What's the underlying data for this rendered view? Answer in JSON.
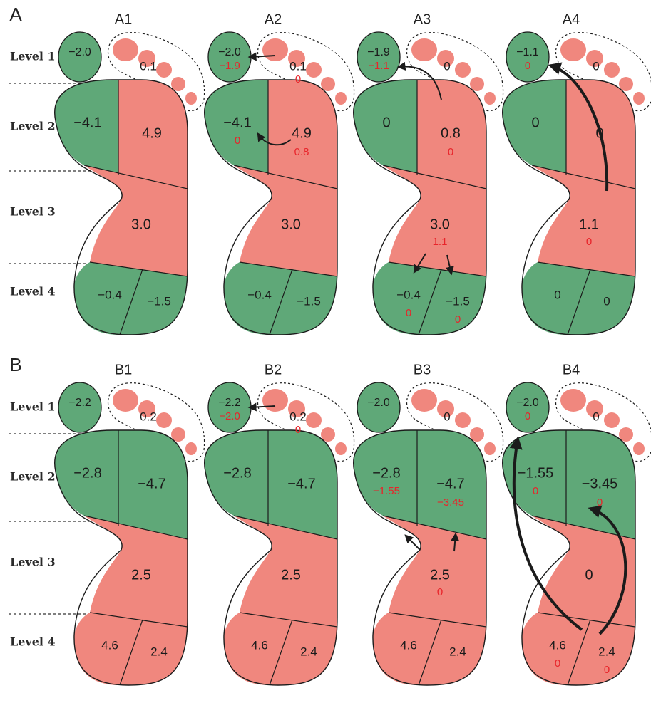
{
  "colors": {
    "green": "#5fa878",
    "pink": "#f0877e",
    "red_text": "#e8242a",
    "outline": "#1b1b1b"
  },
  "sections": [
    {
      "label": "A",
      "levels": [
        "Level 1",
        "Level 2",
        "Level 3",
        "Level 4"
      ],
      "panels": [
        {
          "label": "A1",
          "regions": {
            "toe": {
              "fill": "green",
              "value": "−2.0",
              "new": ""
            },
            "toes": {
              "value": "0.1",
              "new": ""
            },
            "l2a": {
              "fill": "green",
              "value": "−4.1",
              "new": ""
            },
            "l2b": {
              "fill": "pink",
              "value": "4.9",
              "new": ""
            },
            "l3": {
              "fill": "pink",
              "value": "3.0",
              "new": ""
            },
            "l4a": {
              "fill": "green",
              "value": "−0.4",
              "new": ""
            },
            "l4b": {
              "fill": "green",
              "value": "−1.5",
              "new": ""
            }
          },
          "arrows": []
        },
        {
          "label": "A2",
          "regions": {
            "toe": {
              "fill": "green",
              "value": "−2.0",
              "new": "−1.9"
            },
            "toes": {
              "value": "0.1",
              "new": "0"
            },
            "l2a": {
              "fill": "green",
              "value": "−4.1",
              "new": "0"
            },
            "l2b": {
              "fill": "pink",
              "value": "4.9",
              "new": "0.8"
            },
            "l3": {
              "fill": "pink",
              "value": "3.0",
              "new": ""
            },
            "l4a": {
              "fill": "green",
              "value": "−0.4",
              "new": ""
            },
            "l4b": {
              "fill": "green",
              "value": "−1.5",
              "new": ""
            }
          },
          "arrows": [
            "toes-to-toe",
            "l2b-to-l2a"
          ]
        },
        {
          "label": "A3",
          "regions": {
            "toe": {
              "fill": "green",
              "value": "−1.9",
              "new": "−1.1"
            },
            "toes": {
              "value": "0",
              "new": ""
            },
            "l2a": {
              "fill": "green",
              "value": "0",
              "new": ""
            },
            "l2b": {
              "fill": "pink",
              "value": "0.8",
              "new": "0"
            },
            "l3": {
              "fill": "pink",
              "value": "3.0",
              "new": "1.1"
            },
            "l4a": {
              "fill": "green",
              "value": "−0.4",
              "new": "0"
            },
            "l4b": {
              "fill": "green",
              "value": "−1.5",
              "new": "0"
            }
          },
          "arrows": [
            "l2b-to-toe",
            "l3-to-l4a",
            "l3-to-l4b"
          ]
        },
        {
          "label": "A4",
          "regions": {
            "toe": {
              "fill": "green",
              "value": "−1.1",
              "new": "0"
            },
            "toes": {
              "value": "0",
              "new": ""
            },
            "l2a": {
              "fill": "green",
              "value": "0",
              "new": ""
            },
            "l2b": {
              "fill": "pink",
              "value": "0",
              "new": ""
            },
            "l3": {
              "fill": "pink",
              "value": "1.1",
              "new": "0"
            },
            "l4a": {
              "fill": "green",
              "value": "0",
              "new": ""
            },
            "l4b": {
              "fill": "green",
              "value": "0",
              "new": ""
            }
          },
          "arrows": [
            "l3-to-toe-big"
          ]
        }
      ]
    },
    {
      "label": "B",
      "levels": [
        "Level 1",
        "Level 2",
        "Level 3",
        "Level 4"
      ],
      "panels": [
        {
          "label": "B1",
          "regions": {
            "toe": {
              "fill": "green",
              "value": "−2.2",
              "new": ""
            },
            "toes": {
              "value": "0.2",
              "new": ""
            },
            "l2a": {
              "fill": "green",
              "value": "−2.8",
              "new": ""
            },
            "l2b": {
              "fill": "green",
              "value": "−4.7",
              "new": ""
            },
            "l3": {
              "fill": "pink",
              "value": "2.5",
              "new": ""
            },
            "l4a": {
              "fill": "pink",
              "value": "4.6",
              "new": ""
            },
            "l4b": {
              "fill": "pink",
              "value": "2.4",
              "new": ""
            }
          },
          "arrows": []
        },
        {
          "label": "B2",
          "regions": {
            "toe": {
              "fill": "green",
              "value": "−2.2",
              "new": "−2.0"
            },
            "toes": {
              "value": "0.2",
              "new": "0"
            },
            "l2a": {
              "fill": "green",
              "value": "−2.8",
              "new": ""
            },
            "l2b": {
              "fill": "green",
              "value": "−4.7",
              "new": ""
            },
            "l3": {
              "fill": "pink",
              "value": "2.5",
              "new": ""
            },
            "l4a": {
              "fill": "pink",
              "value": "4.6",
              "new": ""
            },
            "l4b": {
              "fill": "pink",
              "value": "2.4",
              "new": ""
            }
          },
          "arrows": [
            "toes-to-toe"
          ]
        },
        {
          "label": "B3",
          "regions": {
            "toe": {
              "fill": "green",
              "value": "−2.0",
              "new": ""
            },
            "toes": {
              "value": "0",
              "new": ""
            },
            "l2a": {
              "fill": "green",
              "value": "−2.8",
              "new": "−1.55"
            },
            "l2b": {
              "fill": "green",
              "value": "−4.7",
              "new": "−3.45"
            },
            "l3": {
              "fill": "pink",
              "value": "2.5",
              "new": "0"
            },
            "l4a": {
              "fill": "pink",
              "value": "4.6",
              "new": ""
            },
            "l4b": {
              "fill": "pink",
              "value": "2.4",
              "new": ""
            }
          },
          "arrows": [
            "l3-to-l2a",
            "l3-to-l2b"
          ]
        },
        {
          "label": "B4",
          "regions": {
            "toe": {
              "fill": "green",
              "value": "−2.0",
              "new": "0"
            },
            "toes": {
              "value": "0",
              "new": ""
            },
            "l2a": {
              "fill": "green",
              "value": "−1.55",
              "new": "0"
            },
            "l2b": {
              "fill": "green",
              "value": "−3.45",
              "new": "0"
            },
            "l3": {
              "fill": "pink",
              "value": "0",
              "new": ""
            },
            "l4a": {
              "fill": "pink",
              "value": "4.6",
              "new": "0"
            },
            "l4b": {
              "fill": "pink",
              "value": "2.4",
              "new": "0"
            }
          },
          "arrows": [
            "l4-to-toe-big",
            "l4-to-l2b-big"
          ]
        }
      ]
    }
  ]
}
